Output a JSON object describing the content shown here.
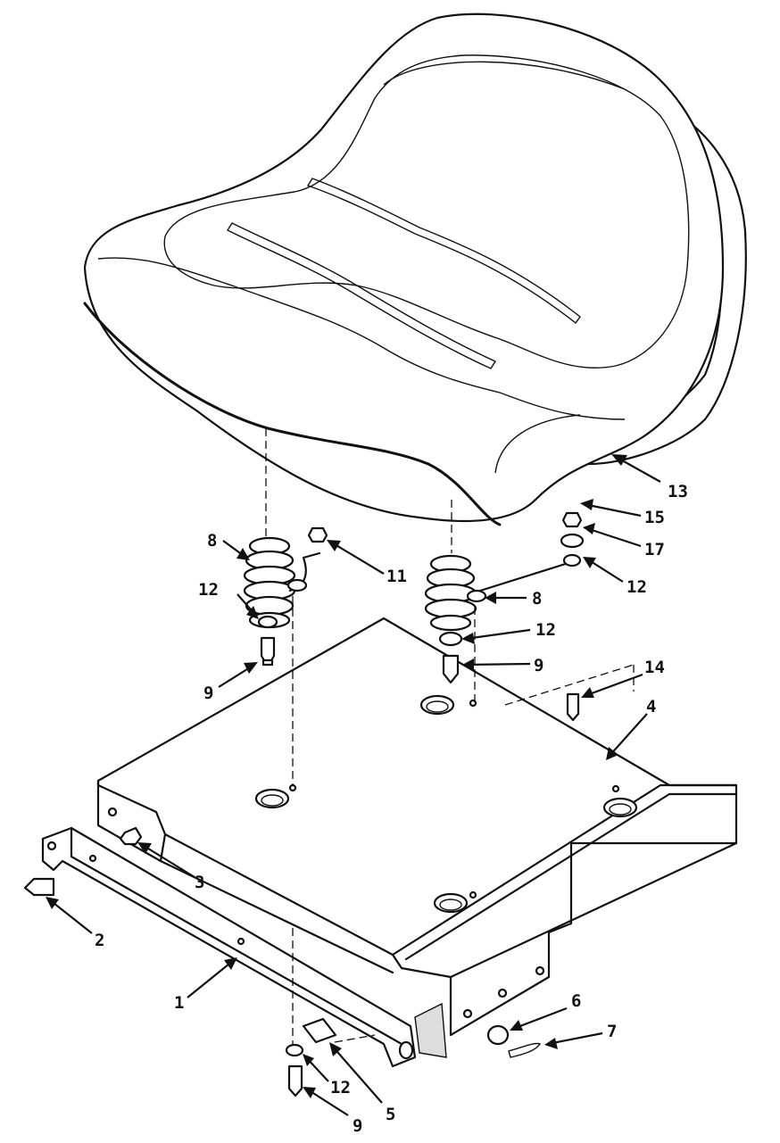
{
  "callouts": [
    {
      "id": "c1",
      "label": "1"
    },
    {
      "id": "c2",
      "label": "2"
    },
    {
      "id": "c3",
      "label": "3"
    },
    {
      "id": "c4",
      "label": "4"
    },
    {
      "id": "c5",
      "label": "5"
    },
    {
      "id": "c6",
      "label": "6"
    },
    {
      "id": "c7",
      "label": "7"
    },
    {
      "id": "c8a",
      "label": "8"
    },
    {
      "id": "c8b",
      "label": "8"
    },
    {
      "id": "c9a",
      "label": "9"
    },
    {
      "id": "c9b",
      "label": "9"
    },
    {
      "id": "c9c",
      "label": "9"
    },
    {
      "id": "c11",
      "label": "11"
    },
    {
      "id": "c12a",
      "label": "12"
    },
    {
      "id": "c12b",
      "label": "12"
    },
    {
      "id": "c12c",
      "label": "12"
    },
    {
      "id": "c12d",
      "label": "12"
    },
    {
      "id": "c13",
      "label": "13"
    },
    {
      "id": "c14",
      "label": "14"
    },
    {
      "id": "c15",
      "label": "15"
    },
    {
      "id": "c17",
      "label": "17"
    }
  ]
}
